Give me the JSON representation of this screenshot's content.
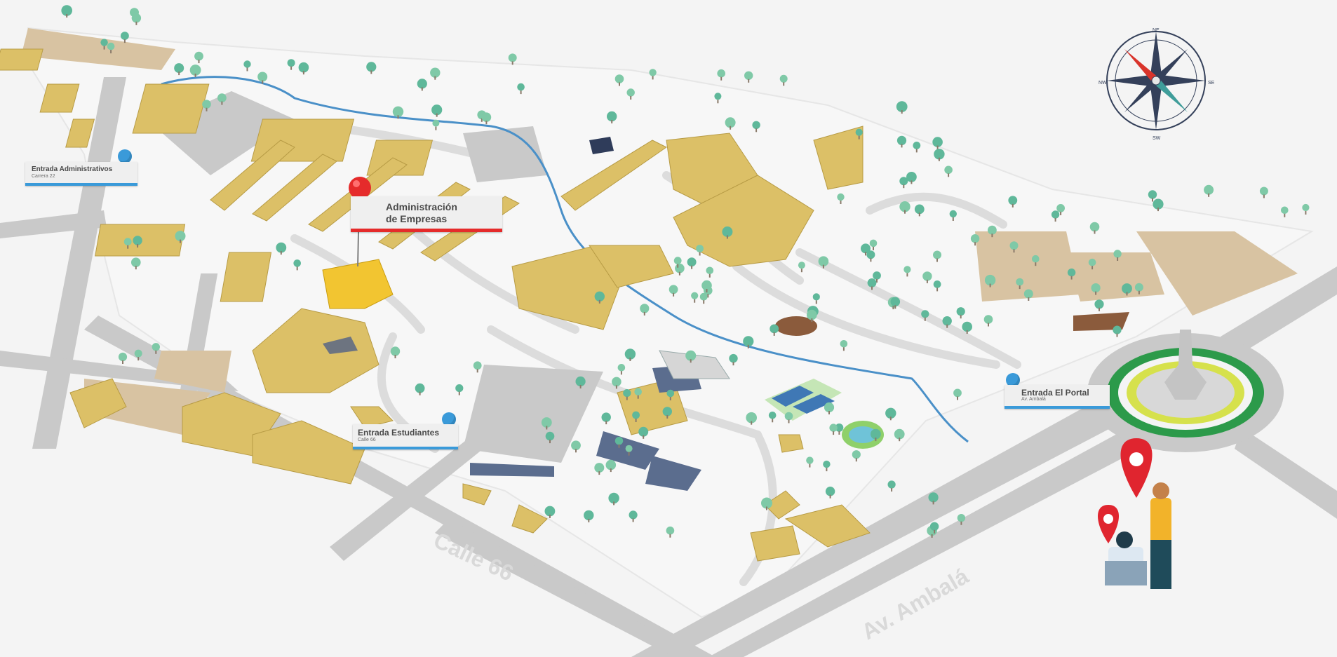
{
  "labels": {
    "admin_entrance": {
      "title": "Entrada Administrativos",
      "subtitle": "Carrera 22"
    },
    "student_entrance": {
      "title": "Entrada Estudiantes",
      "subtitle": "Calle 66"
    },
    "portal_entrance": {
      "title": "Entrada El Portal",
      "subtitle": "Av. Ambalá"
    },
    "featured_building": {
      "line1": "Administración",
      "line2": "de Empresas"
    }
  },
  "streets": {
    "calle": "Calle 66",
    "avenue": "Av. Ambalá"
  },
  "compass": {
    "north": "NE",
    "east": "SE",
    "south": "SW",
    "west": "NW"
  },
  "colors": {
    "building": "#dcc067",
    "building_side": "#c5a84a",
    "highlight_building": "#f2c531",
    "road": "#c9c9c9",
    "path": "#dcdcdc",
    "tree": "#5fb89a",
    "river": "#4a90c8",
    "pin_red": "#e52b2b",
    "pin_blue": "#3a9ad9",
    "parking_sand": "#d8c3a2"
  }
}
